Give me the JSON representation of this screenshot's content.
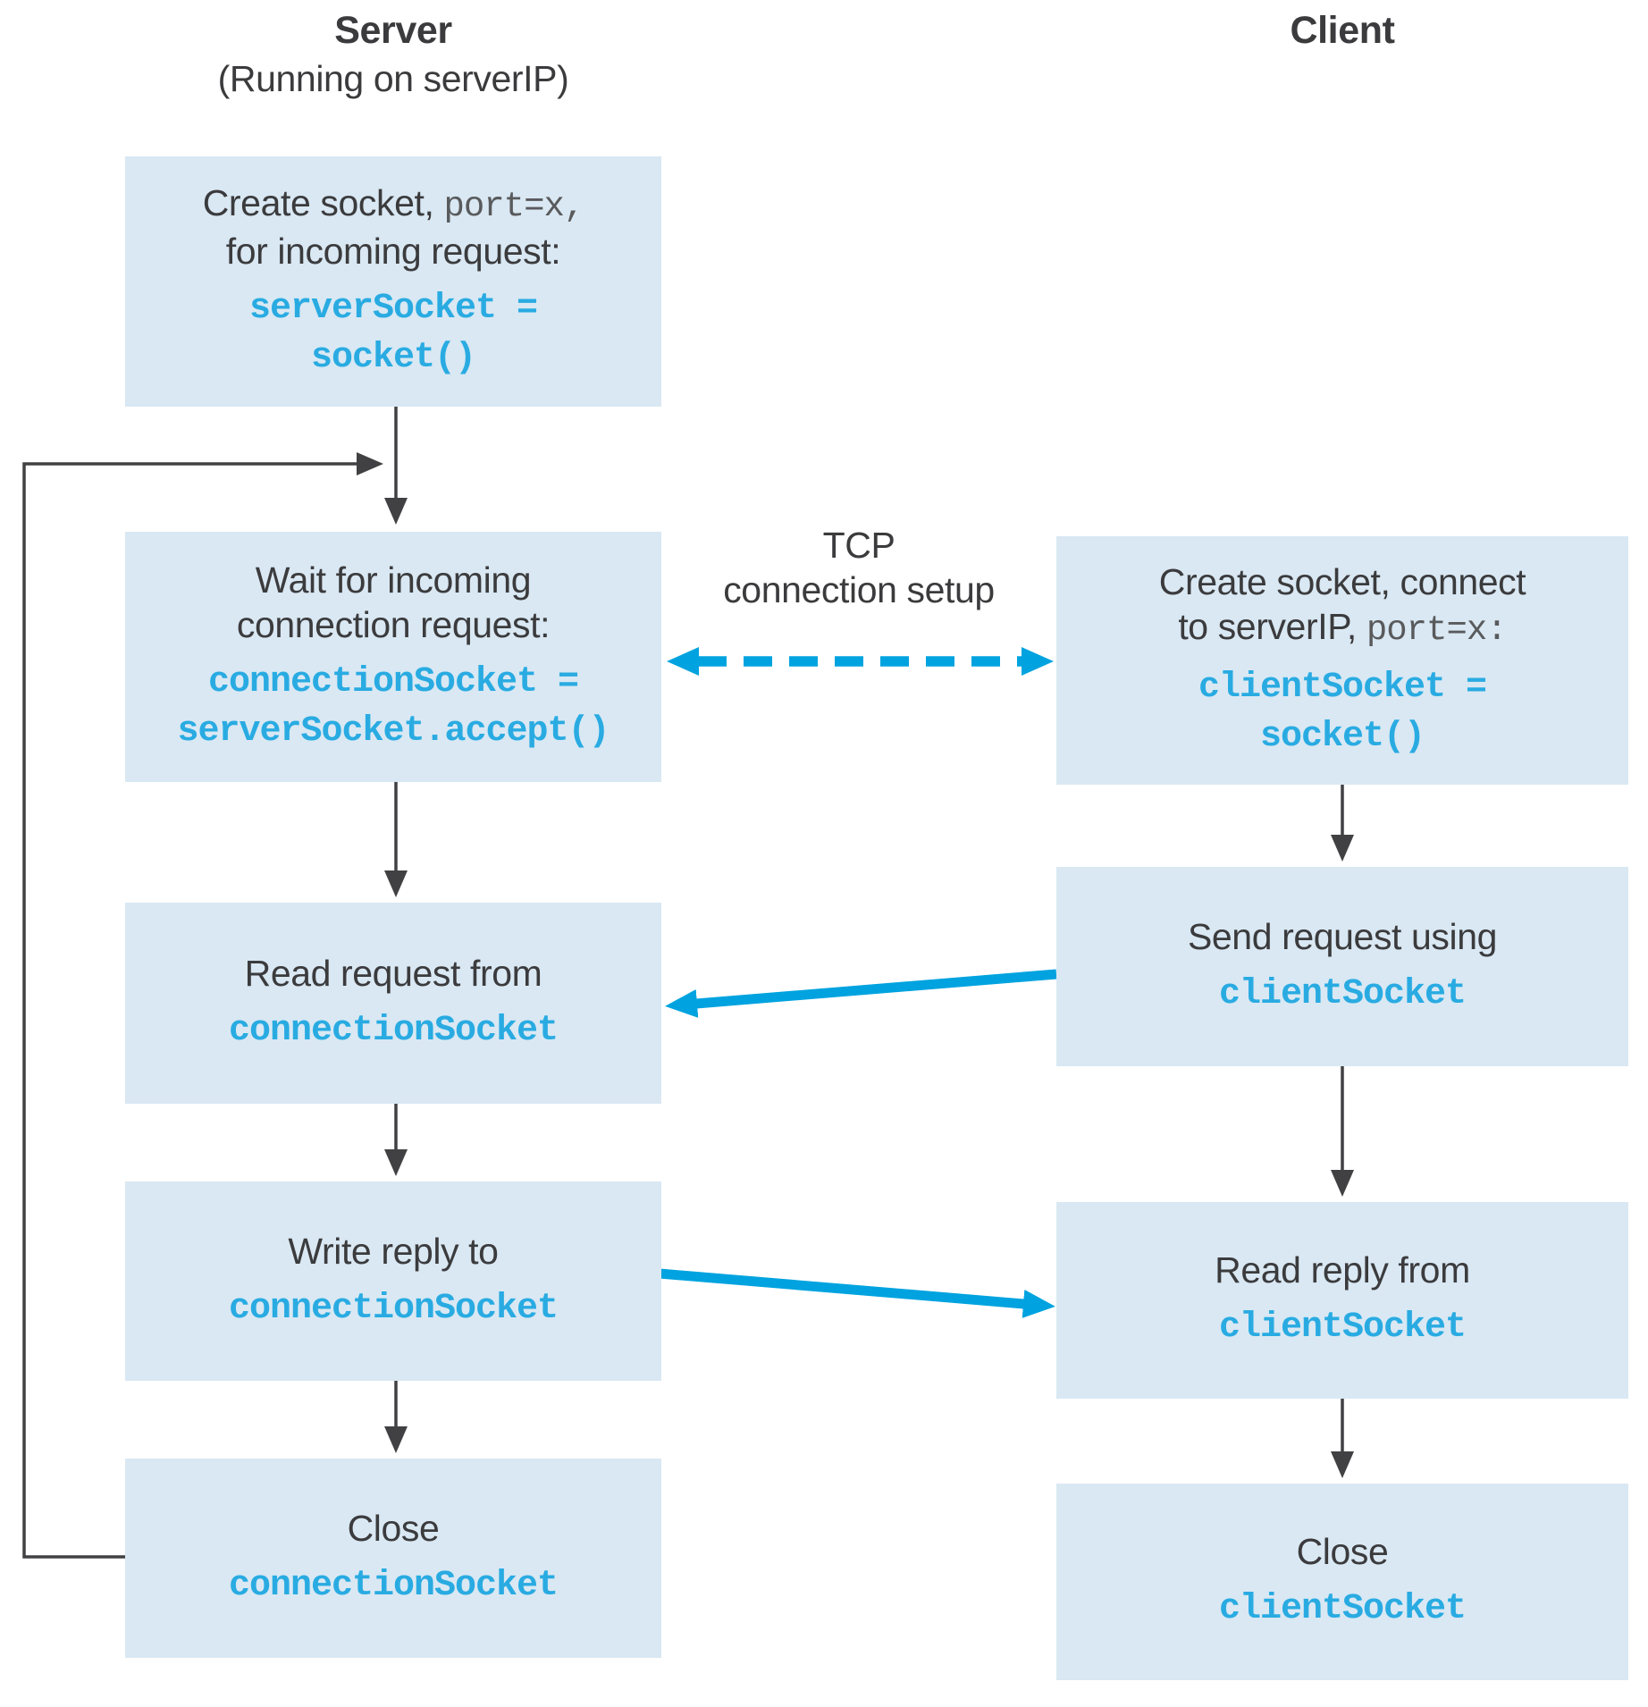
{
  "colors": {
    "box_fill": "#d9e8f3",
    "text_dark": "#3b3b3d",
    "inline_code_gray": "#595a5c",
    "code_blue": "#29abe2",
    "arrow_blue": "#00a3df",
    "arrow_black": "#414143",
    "background": "#ffffff"
  },
  "header": {
    "server_title": "Server",
    "server_subtitle": "(Running on serverIP)",
    "client_title": "Client"
  },
  "tcp_label": {
    "line1": "TCP",
    "line2": "connection setup"
  },
  "server": {
    "create": {
      "line1_text": "Create  socket, ",
      "line1_code": "port=x,",
      "line2": "for incoming request:",
      "code1": "serverSocket =",
      "code2": "socket()"
    },
    "wait": {
      "line1": "Wait for incoming",
      "line2": "connection request:",
      "code1": "connectionSocket =",
      "code2": "serverSocket.accept()"
    },
    "read_request": {
      "line1": "Read request from",
      "code1": "connectionSocket"
    },
    "write_reply": {
      "line1": "Write reply to",
      "code1": "connectionSocket"
    },
    "close": {
      "line1": "Close",
      "code1": "connectionSocket"
    }
  },
  "client": {
    "create": {
      "line1": "Create socket, connect",
      "line2_text": "to serverIP, ",
      "line2_code": "port=x:",
      "code1": "clientSocket =",
      "code2": "socket()"
    },
    "send_request": {
      "line1": "Send request using",
      "code1": "clientSocket"
    },
    "read_reply": {
      "line1": "Read reply from",
      "code1": "clientSocket"
    },
    "close": {
      "line1": "Close",
      "code1": "clientSocket"
    }
  }
}
